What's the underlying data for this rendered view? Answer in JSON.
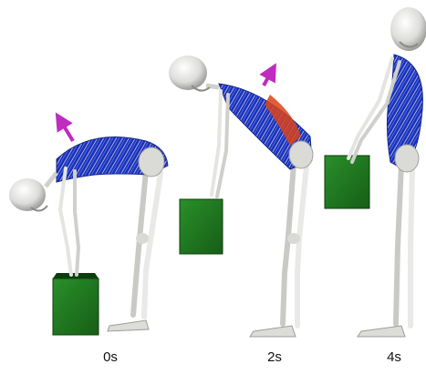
{
  "frames": [
    {
      "time_label": "0s"
    },
    {
      "time_label": "2s"
    },
    {
      "time_label": "4s"
    }
  ],
  "colors": {
    "bone": "#e8e8e6",
    "bone_shade": "#a9a9a6",
    "muscle": "#1b2fb5",
    "muscle_highlight": "#4d7fff",
    "muscle_strain": "#d9421a",
    "box": "#1f7a1f",
    "box_dark": "#145214",
    "arrow": "#c02bc0"
  },
  "icons": [
    "skeleton-figure",
    "box",
    "force-arrow"
  ]
}
